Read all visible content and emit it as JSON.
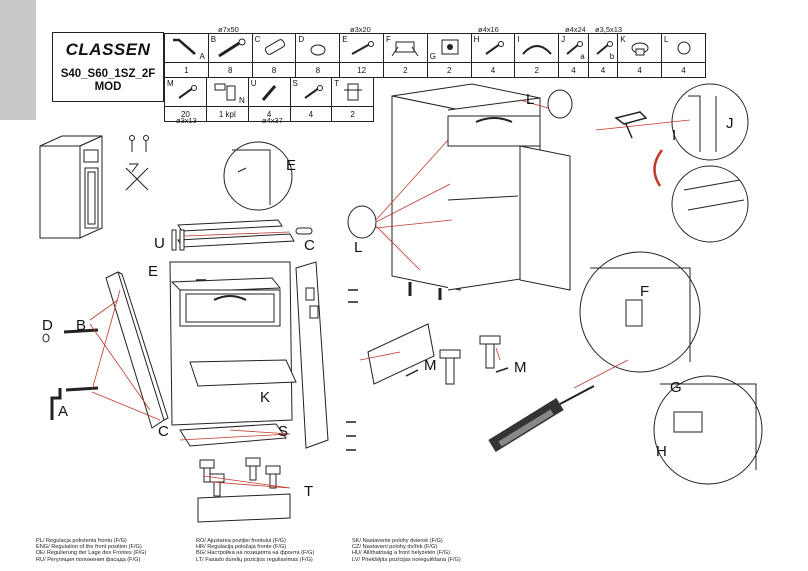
{
  "header": {
    "brand": "CLASSEN",
    "model_line1": "S40_S60_1SZ_2F",
    "model_line2": "MOD"
  },
  "dims": {
    "d1": "ø7x50",
    "d2": "ø3x20",
    "d3": "ø4x16",
    "d4": "ø4x24",
    "d5": "ø3,5x13",
    "d6": "ø3x13",
    "d7": "ø4x37"
  },
  "parts_row1": [
    {
      "letter": "A",
      "qty": "1",
      "icon": "allen-key-icon"
    },
    {
      "letter": "B",
      "qty": "8",
      "icon": "confirmat-screw-icon"
    },
    {
      "letter": "C",
      "qty": "8",
      "icon": "wooden-dowel-icon"
    },
    {
      "letter": "D",
      "qty": "8",
      "icon": "cap-icon"
    },
    {
      "letter": "E",
      "qty": "12",
      "icon": "screw-icon"
    },
    {
      "letter": "F",
      "qty": "2",
      "icon": "hinge-plate-icon"
    },
    {
      "letter": "G",
      "qty": "2",
      "icon": "hinge-icon"
    },
    {
      "letter": "H",
      "qty": "4",
      "icon": "screw-icon"
    },
    {
      "letter": "I",
      "qty": "2",
      "icon": "handle-icon"
    },
    {
      "letter": "J",
      "qty": "4",
      "sub": "a",
      "icon": "screw-icon"
    },
    {
      "letter": "",
      "qty": "4",
      "sub": "b",
      "icon": "screw-icon"
    },
    {
      "letter": "K",
      "qty": "4",
      "icon": "shelf-support-icon"
    },
    {
      "letter": "L",
      "qty": "4",
      "icon": "bumper-icon"
    }
  ],
  "parts_row2": [
    {
      "letter": "M",
      "qty": "20",
      "icon": "screw-icon"
    },
    {
      "letter": "N",
      "qty": "1 kpl",
      "icon": "leg-set-icon"
    },
    {
      "letter": "U",
      "qty": "4",
      "icon": "dowel-icon"
    },
    {
      "letter": "S",
      "qty": "4",
      "icon": "screw-icon"
    },
    {
      "letter": "T",
      "qty": "2",
      "icon": "plinth-clip-icon"
    }
  ],
  "labels": {
    "E_top": "E",
    "U": "U",
    "C_top": "C",
    "E_side": "E",
    "D": "D",
    "B": "B",
    "A": "A",
    "K": "K",
    "C_bot": "C",
    "S": "S",
    "T": "T",
    "L_top": "L",
    "L_left": "L",
    "M1": "M",
    "M2": "M",
    "I": "I",
    "J": "J",
    "F": "F",
    "G": "G",
    "H": "H"
  },
  "footer": {
    "col1": [
      "PL/ Regulacja położenia frontu (F/G)",
      "ENG/ Regulation of the front position (F/G)",
      "DE/ Regulierung der Lage des Frontes (F/G)",
      "RU/ Регуляция положения фасада (F/G)"
    ],
    "col2": [
      "RO/ Ajustarea poziției frontului (F/G)",
      "HR/ Regulacija položaja fronte (F/G)",
      "BG/ Настройка на позицията на фронта (F/G)",
      "LT/ Fasado durelių pozicijos reguliavimas (F/G)"
    ],
    "col3": [
      "SK/ Nastavenie polohy dvierok (F/G)",
      "CZ/ Nastavení polohy dvířek (F/G)",
      "HU/ Állíthatóság a front helyzetén (F/G)",
      "LV/ Priekšējās pozīcijas noregulēšana (F/G)"
    ]
  },
  "colors": {
    "leader_line": "#c0392b",
    "sidebar": "#c9c9c9",
    "ink": "#222222"
  }
}
